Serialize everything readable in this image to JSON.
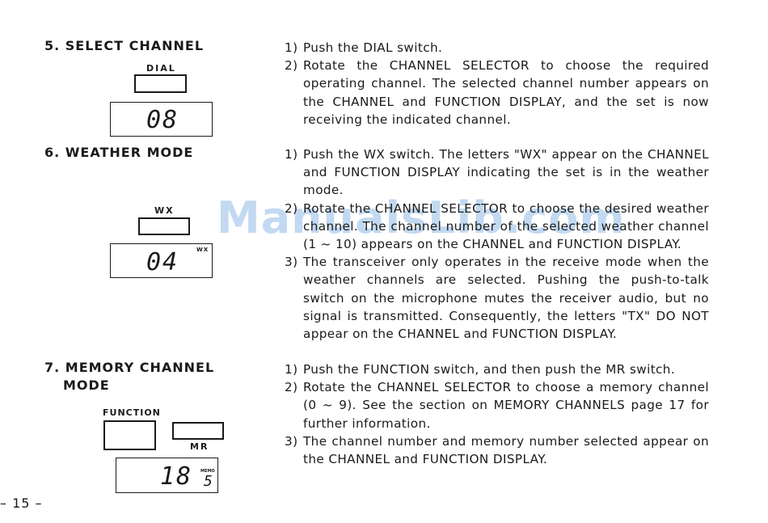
{
  "sections": [
    {
      "heading": "5. SELECT CHANNEL",
      "steps": [
        {
          "num": "1)",
          "text": "Push the DIAL switch."
        },
        {
          "num": "2)",
          "text": "Rotate the CHANNEL SELECTOR to choose the required operating channel. The selected channel number appears on the CHANNEL and FUNCTION DISPLAY, and the set is now receiving the indicated channel."
        }
      ],
      "button_label": "DIAL",
      "display": "08"
    },
    {
      "heading": "6. WEATHER MODE",
      "steps": [
        {
          "num": "1)",
          "text": "Push the WX switch. The letters \"WX\" appear on the CHANNEL and FUNCTION DISPLAY indicating the set is in the weather mode."
        },
        {
          "num": "2)",
          "text": "Rotate the CHANNEL SELECTOR to choose the desired weather channel. The channel number of the selected weather channel (1 ~ 10) appears on the CHANNEL and FUNCTION DISPLAY."
        },
        {
          "num": "3)",
          "text": "The transceiver only operates in the receive mode when the weather channels are selected. Pushing the push-to-talk switch on the microphone mutes the receiver audio, but no signal is transmitted. Consequently, the letters \"TX\" DO NOT appear on the CHANNEL and FUNCTION DISPLAY."
        }
      ],
      "button_label": "WX",
      "display": "04",
      "display_tag": "WX"
    },
    {
      "heading_line1": "7. MEMORY CHANNEL",
      "heading_line2": "MODE",
      "steps": [
        {
          "num": "1)",
          "text": "Push the FUNCTION switch, and then push the MR switch."
        },
        {
          "num": "2)",
          "text": "Rotate the CHANNEL SELECTOR to choose a memory channel (0 ~ 9). See the section on MEMORY CHANNELS page 17 for further information."
        },
        {
          "num": "3)",
          "text": "The channel number and memory number selected appear on the CHANNEL and FUNCTION DISPLAY."
        }
      ],
      "button_label_function": "FUNCTION",
      "button_label_mr": "MR",
      "display": "18",
      "display_tag": "MEMO",
      "display_memory": "5"
    }
  ],
  "watermark": "ManualsLib.com",
  "page_number": "– 15 –"
}
